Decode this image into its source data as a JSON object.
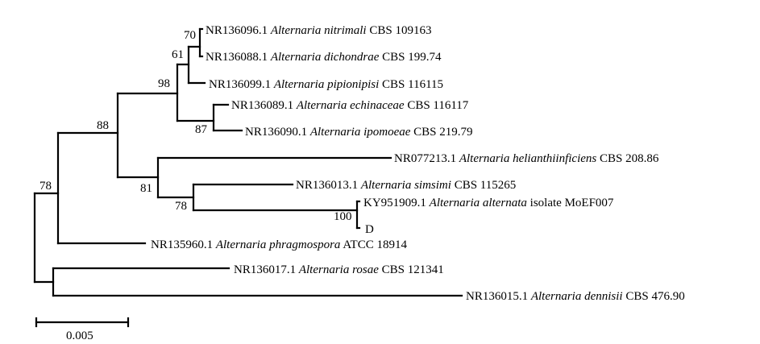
{
  "taxa": [
    {
      "accession": "NR136096.1",
      "species": "Alternaria nitrimali",
      "strain": "CBS 109163"
    },
    {
      "accession": "NR136088.1",
      "species": "Alternaria dichondrae",
      "strain": "CBS 199.74"
    },
    {
      "accession": "NR136099.1",
      "species": "Alternaria pipionipisi",
      "strain": "CBS 116115"
    },
    {
      "accession": "NR136089.1",
      "species": "Alternaria echinaceae",
      "strain": "CBS 116117"
    },
    {
      "accession": "NR136090.1",
      "species": "Alternaria ipomoeae",
      "strain": "CBS 219.79"
    },
    {
      "accession": "NR077213.1",
      "species": "Alternaria helianthiinficiens",
      "strain": "CBS 208.86"
    },
    {
      "accession": "NR136013.1",
      "species": "Alternaria simsimi",
      "strain": "CBS 115265"
    },
    {
      "accession": "KY951909.1",
      "species": "Alternaria alternata",
      "strain": "isolate MoEF007"
    },
    {
      "accession": "D",
      "species": "",
      "strain": ""
    },
    {
      "accession": "NR135960.1",
      "species": "Alternaria phragmospora",
      "strain": "ATCC 18914"
    },
    {
      "accession": "NR136017.1",
      "species": "Alternaria rosae",
      "strain": "CBS 121341"
    },
    {
      "accession": "NR136015.1",
      "species": "Alternaria dennisii",
      "strain": "CBS 476.90"
    }
  ],
  "bootstrap": [
    "70",
    "61",
    "98",
    "87",
    "88",
    "81",
    "78",
    "100",
    "78"
  ],
  "scale_bar": {
    "label": "0.005"
  }
}
